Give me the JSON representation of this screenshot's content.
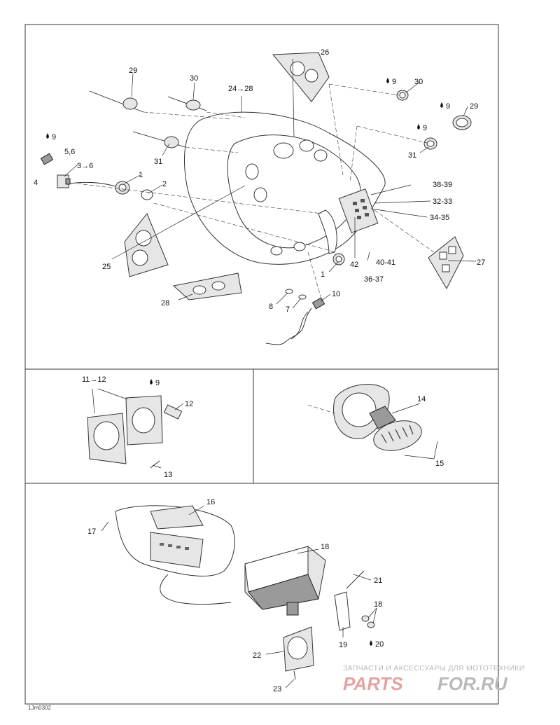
{
  "callouts": {
    "c1": "1",
    "c2": "2",
    "c3": "3→6",
    "c4": "4",
    "c56": "5,6",
    "c9a": "9",
    "c1b": "1",
    "c7": "7",
    "c8": "8",
    "c10": "10",
    "c24": "24→28",
    "c25": "25",
    "c26": "26",
    "c27": "27",
    "c28": "28",
    "c29a": "29",
    "c29b": "29",
    "c9b": "9",
    "c30a": "30",
    "c30b": "30",
    "c9c": "9",
    "c31a": "31",
    "c31b": "31",
    "c9d": "9",
    "c3233": "32-33",
    "c3435": "34-35",
    "c3637": "36-37",
    "c3839": "38-39",
    "c4041": "40-41",
    "c42": "42",
    "c1112": "11→12",
    "c12": "12",
    "c13": "13",
    "c9e": "9",
    "c14": "14",
    "c15": "15",
    "c16": "16",
    "c17": "17",
    "c18a": "18",
    "c18b": "18",
    "c19": "19",
    "c20": "20",
    "c21": "21",
    "c22": "22",
    "c23": "23"
  },
  "figure_code": "1Jm0302",
  "watermark": {
    "tagline": "ЗАПЧАСТИ И АКСЕССУАРЫ ДЛЯ МОТОТЕХНИКИ",
    "logo_left": "PARTS",
    "logo_right": "FOR.RU"
  },
  "colors": {
    "line": "#222222",
    "watermark_red": "#e4a3a3",
    "watermark_gray": "#b9b9b9"
  }
}
